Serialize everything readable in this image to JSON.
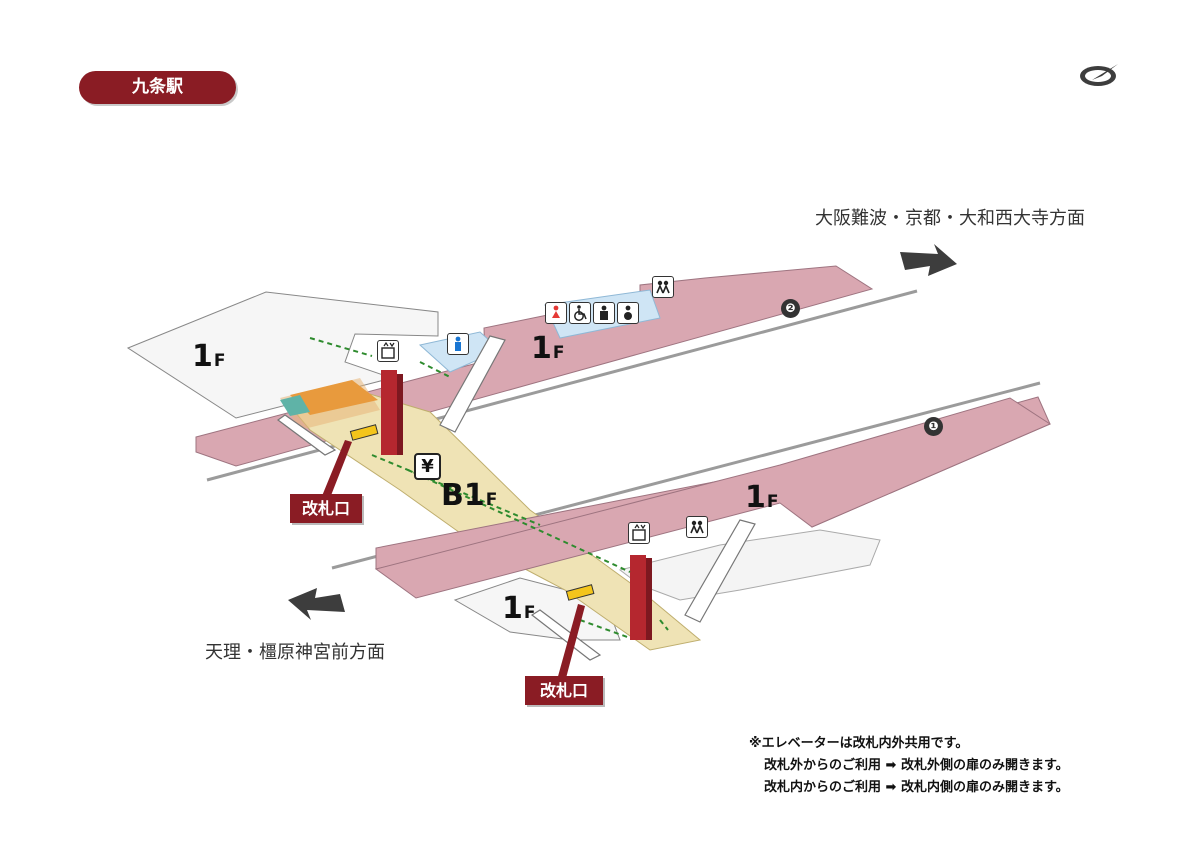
{
  "station_name": "九条駅",
  "directions": {
    "northeast": "大阪難波・京都・大和西大寺方面",
    "southwest": "天理・橿原神宮前方面"
  },
  "floors": {
    "upper_left": "1",
    "upper_right": "1",
    "concourse": "B1",
    "lower_right": "1",
    "lower_left": "1",
    "suffix": "F"
  },
  "gates": [
    "改札口",
    "改札口"
  ],
  "tracks": [
    "❷",
    "❶"
  ],
  "icons": [
    "elevator-icon",
    "restroom-male-icon",
    "restroom-female-icon",
    "wheelchair-icon",
    "ostomate-icon",
    "baby-care-icon",
    "nursing-room-icon",
    "ticket-machine-yen-icon",
    "compass-icon"
  ],
  "ticket_symbol": "¥",
  "colors": {
    "badge": "#8a1c24",
    "platform": "#d9a7b1",
    "concourse": "#efe3b5",
    "ground": "#f5f5f5",
    "route": "#2e8b2e",
    "elevator_shaft": "#b5272f"
  },
  "notes": [
    "※エレベーターは改札内外共用です。",
    "改札外からのご利用 ➡ 改札外側の扉のみ開きます。",
    "改札内からのご利用 ➡ 改札内側の扉のみ開きます。"
  ]
}
